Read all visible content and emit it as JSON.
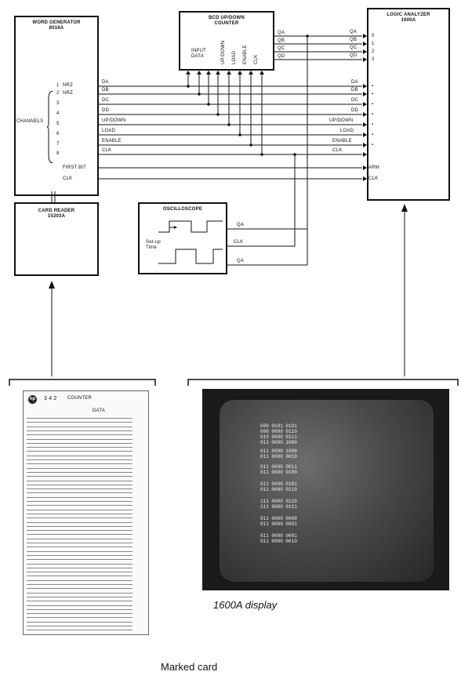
{
  "word_generator": {
    "title": "WORD GENERATOR\n8016A"
  },
  "bcd_counter": {
    "title": "BCD UP/DOWN\nCOUNTER",
    "inputs": [
      "INPUT\nDATA",
      "UP/DOWN",
      "LOAD",
      "ENABLE",
      "CLK"
    ]
  },
  "logic_analyzer": {
    "title": "LOGIC ANALYZER\n1600A"
  },
  "card_reader": {
    "title": "CARD READER\n15203A"
  },
  "oscilloscope": {
    "title": "OSCILLOSCOPE",
    "setup_label": "Set-up\nTime"
  },
  "channels_label": "CHANNELS",
  "wg_pins": [
    "NRZ",
    "NRZ",
    "",
    "",
    "",
    "",
    "",
    "",
    "FIRST BIT",
    "CLK"
  ],
  "wg_pin_numbers": [
    "1",
    "2",
    "3",
    "4",
    "5",
    "6",
    "7",
    "8"
  ],
  "signal_labels": [
    "DA",
    "DB",
    "DC",
    "DD",
    "UP/DOWN",
    "LOAD",
    "ENABLE",
    "CLK"
  ],
  "counter_outputs": [
    "QA",
    "QB",
    "QC",
    "QD"
  ],
  "la_outputs_labels": [
    "QA",
    "QB",
    "QC",
    "QD"
  ],
  "la_top_pins": [
    "0",
    "1",
    "2",
    "3"
  ],
  "la_inputs": [
    "DA",
    "DB",
    "DC",
    "DD",
    "UP/DOWN",
    "LOAD",
    "ENABLE"
  ],
  "la_arm": "ARM",
  "la_clk": "CLK",
  "scope_signals": [
    "QA",
    "CLK",
    "QA"
  ],
  "display_caption": "1600A display",
  "card_caption": "Marked card",
  "card_header": {
    "logo": "hp",
    "fields": [
      "3 4 2",
      "COUNTER",
      "DATA"
    ]
  },
  "display_rows": [
    "000 0101 0101",
    "000 0000 0110",
    "010 0000 0111",
    "011 0000 1000",
    "011 0000 1000",
    "011 0000 0010",
    "011 0000 0011",
    "011 0000 0100",
    "011 0000 0101",
    "011 0000 0110",
    "111 0000 0110",
    "111 0000 0111",
    "011 0000 0000",
    "011 0000 0001",
    "011 0000 0001",
    "011 0000 0010"
  ]
}
